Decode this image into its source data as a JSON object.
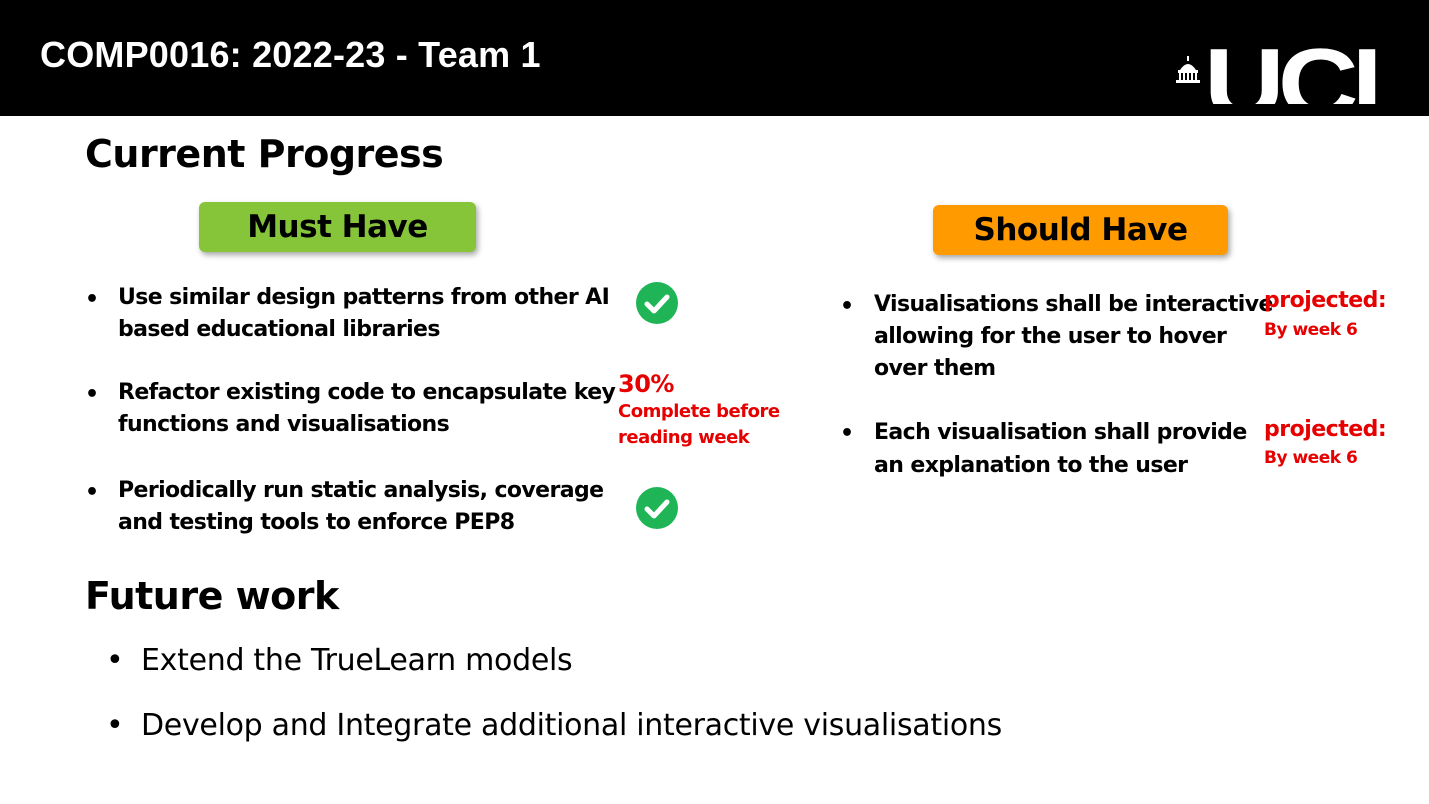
{
  "header": {
    "title": "COMP0016: 2022-23 - Team 1",
    "logo_text": "UCL"
  },
  "current_progress": {
    "heading": "Current Progress",
    "must_have": {
      "label": "Must Have",
      "color": "#86c53a",
      "items": [
        {
          "lines": [
            "Use similar design patterns from other AI",
            "based educational libraries"
          ],
          "status": "check-icon"
        },
        {
          "lines": [
            "Refactor existing code to encapsulate key",
            "functions and visualisations"
          ],
          "status_percent": "30%",
          "status_note_lines": [
            "Complete before",
            "reading week"
          ]
        },
        {
          "lines": [
            "Periodically run static analysis, coverage",
            "and testing tools to enforce PEP8"
          ],
          "status": "check-icon"
        }
      ]
    },
    "should_have": {
      "label": "Should Have",
      "color": "#ff9a00",
      "items": [
        {
          "lines": [
            "Visualisations shall be interactive",
            "allowing for the user to hover",
            "over them"
          ],
          "projected_label": "projected:",
          "projected_note": "By week 6"
        },
        {
          "lines": [
            "Each visualisation shall provide",
            "an explanation to the user"
          ],
          "projected_label": "projected:",
          "projected_note": "By week 6"
        }
      ]
    }
  },
  "future_work": {
    "heading": "Future work",
    "items": [
      "Extend the TrueLearn models",
      "Develop and Integrate additional interactive visualisations"
    ]
  },
  "colors": {
    "status_red": "#e60000",
    "check_green": "#1fb556"
  }
}
